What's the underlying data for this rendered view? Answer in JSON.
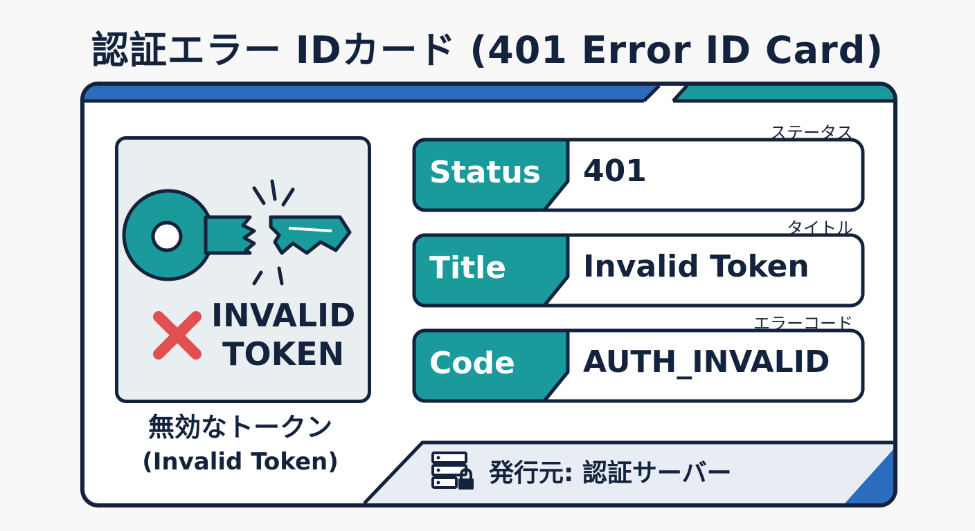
{
  "title": "認証エラー IDカード (401 Error ID Card)",
  "photo": {
    "icon": "broken-key-icon",
    "status_icon": "x-mark-icon",
    "invalid_line1": "INVALID",
    "invalid_line2": "TOKEN"
  },
  "caption": {
    "ja": "無効なトークン",
    "en": "(Invalid Token)"
  },
  "fields": [
    {
      "label": "Status",
      "ruby": "ステータス",
      "value": "401"
    },
    {
      "label": "Title",
      "ruby": "タイトル",
      "value": "Invalid Token"
    },
    {
      "label": "Code",
      "ruby": "エラーコード",
      "value": "AUTH_INVALID"
    }
  ],
  "issuer": {
    "icon": "server-lock-icon",
    "text": "発行元: 認証サーバー"
  },
  "colors": {
    "navy": "#14233d",
    "teal": "#1a9a9a",
    "blue": "#2c6cc0",
    "red": "#e05050"
  }
}
